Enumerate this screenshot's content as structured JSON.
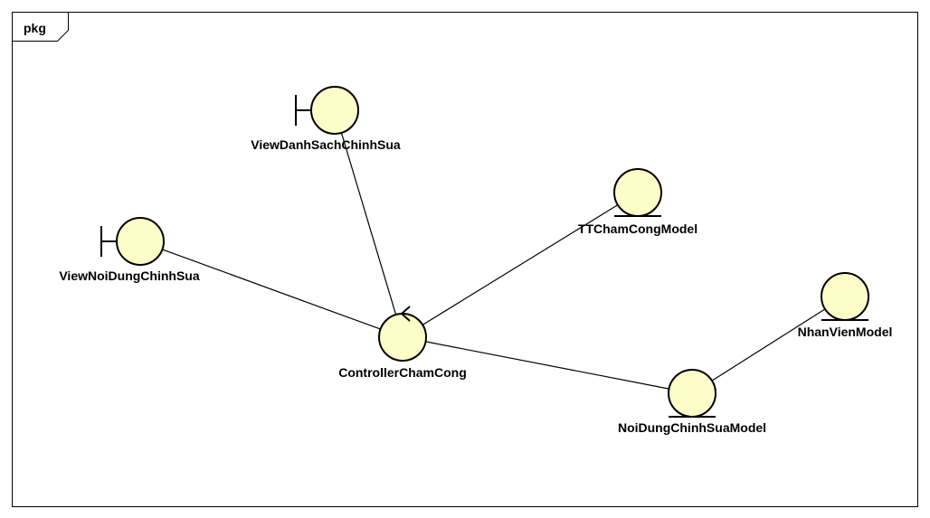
{
  "frame": {
    "label": "pkg"
  },
  "nodes": [
    {
      "id": "view-danh-sach",
      "stereotype": "boundary",
      "label": "ViewDanhSachChinhSua"
    },
    {
      "id": "view-noi-dung",
      "stereotype": "boundary",
      "label": "ViewNoiDungChinhSua"
    },
    {
      "id": "controller",
      "stereotype": "control",
      "label": "ControllerChamCong"
    },
    {
      "id": "tt-model",
      "stereotype": "entity",
      "label": "TTChamCongModel"
    },
    {
      "id": "noidung-model",
      "stereotype": "entity",
      "label": "NoiDungChinhSuaModel"
    },
    {
      "id": "nhanvien-model",
      "stereotype": "entity",
      "label": "NhanVienModel"
    }
  ],
  "connections": [
    {
      "from": "view-danh-sach",
      "to": "controller"
    },
    {
      "from": "view-noi-dung",
      "to": "controller"
    },
    {
      "from": "controller",
      "to": "tt-model"
    },
    {
      "from": "controller",
      "to": "noidung-model"
    },
    {
      "from": "noidung-model",
      "to": "nhanvien-model"
    }
  ]
}
